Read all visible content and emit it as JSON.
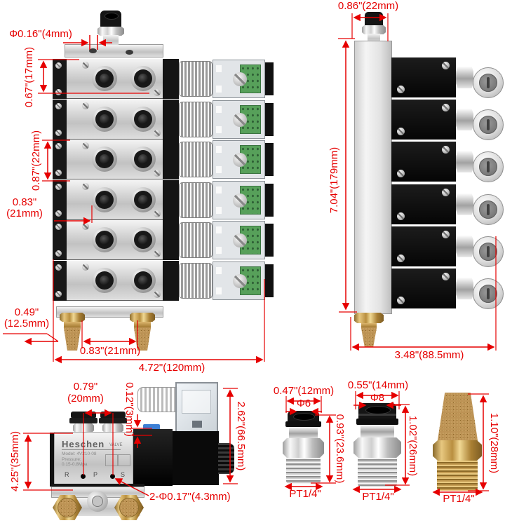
{
  "front": {
    "inlet": "Φ0.16\"(4mm)",
    "screws": "0.67\"(17mm)",
    "pitch": "0.87\"(22mm)",
    "port1": "0.83\"",
    "port2": "(21mm)",
    "muf1": "0.49\"",
    "muf2": "(12.5mm)",
    "spacing": "0.83\"(21mm)",
    "width": "4.72\"(120mm)"
  },
  "side": {
    "top": "0.86\"(22mm)",
    "height": "7.04\"(179mm)",
    "depth": "3.48\"(88.5mm)"
  },
  "valve": {
    "brand": "Heschen",
    "type": "VALVE",
    "model": "Model: 4V210-08",
    "pressure": "Pressure:",
    "pressure2": "0.15-0.8Mpa",
    "r": "R",
    "p": "P",
    "s": "S",
    "ports1": "0.79\"",
    "ports2": "(20mm)",
    "step": "0.12\"(3mm)",
    "body": "4.25\"(35mm)",
    "total": "2.62\"(66.5mm)",
    "holes": "2-Φ0.17\"(4.3mm)"
  },
  "fit6": {
    "width": "0.47\"(12mm)",
    "bore": "Φ6",
    "height": "0.93\"(23.6mm)",
    "thread": "PT1/4\""
  },
  "fit8": {
    "width": "0.55\"(14mm)",
    "bore": "Φ8",
    "height": "1.02\"(26mm)",
    "thread": "PT1/4\""
  },
  "muffler": {
    "height": "1.10\"(28mm)",
    "thread": "PT1/4\""
  },
  "colors": {
    "dimension": "#e60000",
    "brass": "#bd9355",
    "pcb": "#57a05a"
  }
}
